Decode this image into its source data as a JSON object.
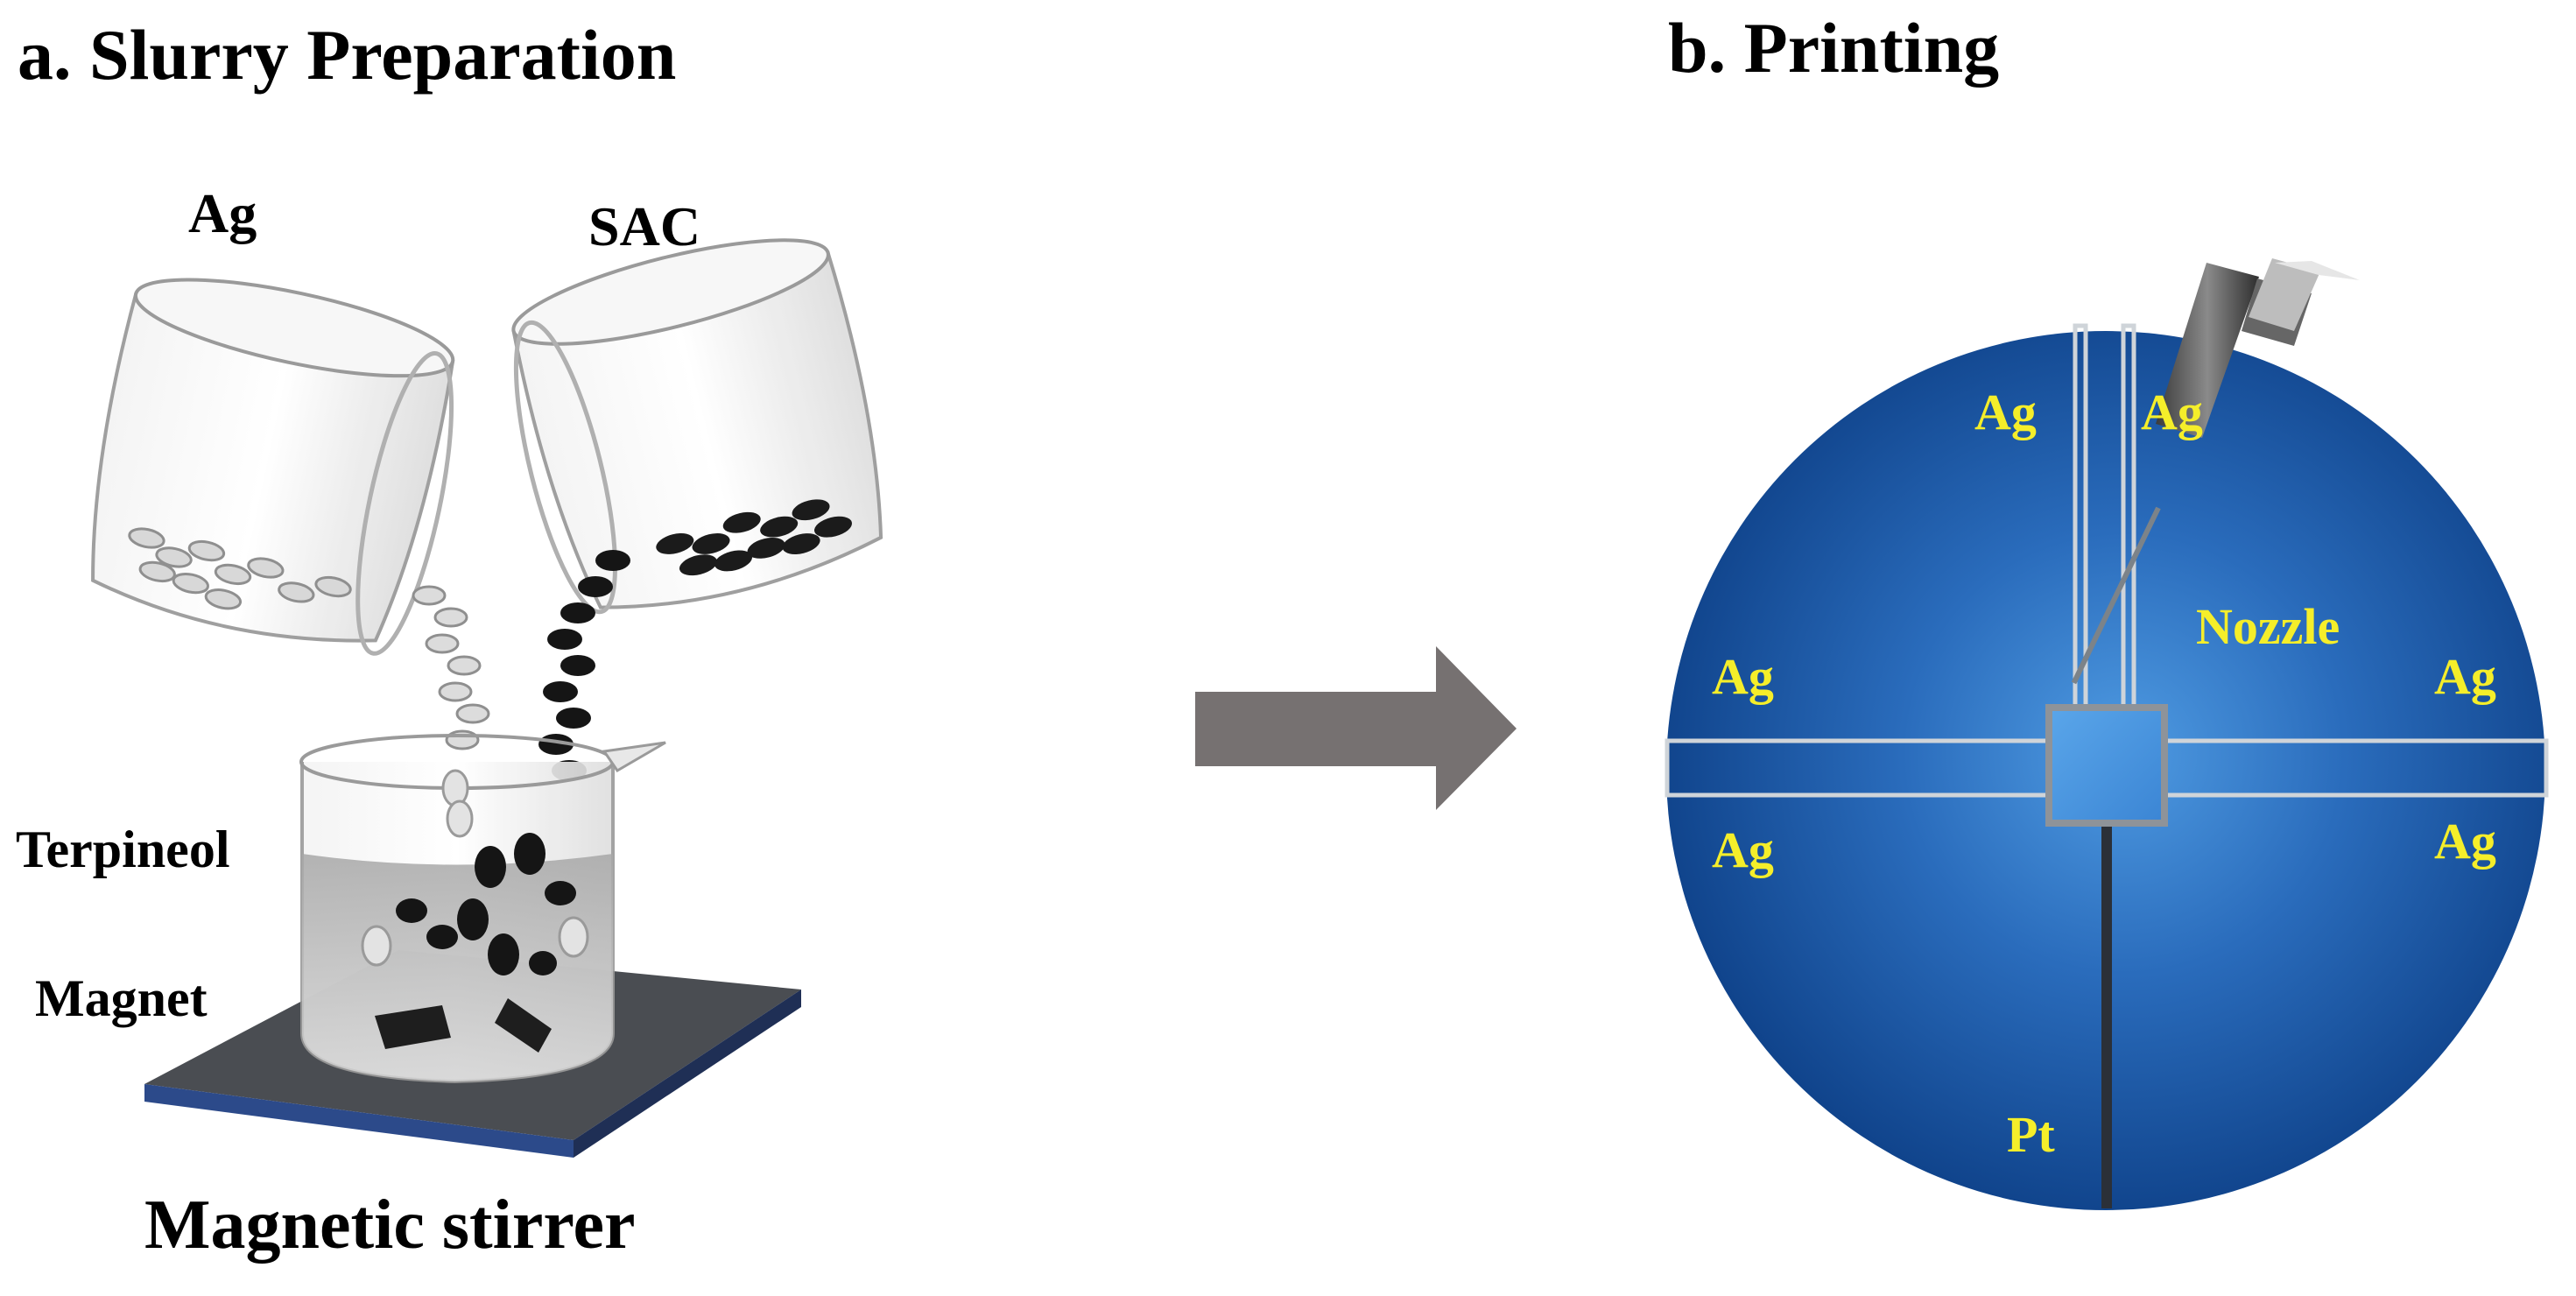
{
  "panel_a": {
    "title": "a. Slurry Preparation",
    "labels": {
      "ag": "Ag",
      "sac": "SAC",
      "terpineol": "Terpineol",
      "magnet": "Magnet",
      "stirrer": "Magnetic stirrer"
    }
  },
  "panel_b": {
    "title": "b. Printing",
    "labels": {
      "ag_top_left": "Ag",
      "ag_top_right": "Ag",
      "ag_mid_left": "Ag",
      "ag_mid_right": "Ag",
      "ag_low_left": "Ag",
      "ag_low_right": "Ag",
      "nozzle": "Nozzle",
      "pt": "Pt"
    }
  },
  "colors": {
    "label_yellow": "#f5ee2a",
    "substrate_blue": "#1a5fae",
    "arrow_gray": "#767171",
    "stirrer_plate": "#4a4d52"
  }
}
